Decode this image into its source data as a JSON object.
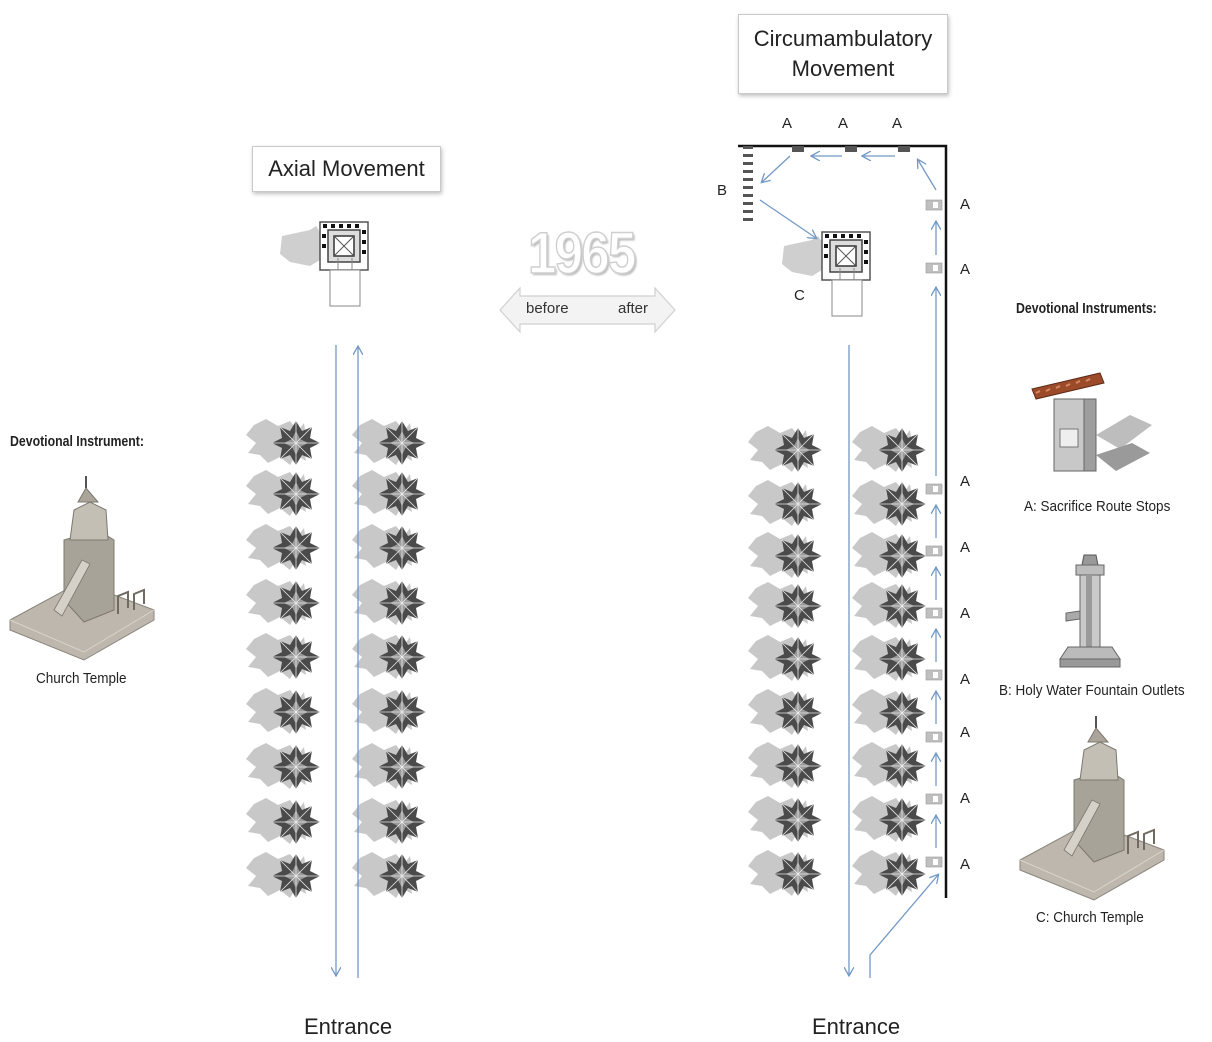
{
  "titles": {
    "axial": "Axial Movement",
    "circ_line1": "Circumambulatory",
    "circ_line2": "Movement"
  },
  "timeline": {
    "year": "1965",
    "before": "before",
    "after": "after"
  },
  "entrances": {
    "left": "Entrance",
    "right": "Entrance"
  },
  "left_panel": {
    "heading": "Devotional Instrument:",
    "caption": "Church Temple"
  },
  "right_panel": {
    "heading": "Devotional Instruments:",
    "items": [
      {
        "caption": "A: Sacrifice Route Stops"
      },
      {
        "caption": "B: Holy Water Fountain Outlets"
      },
      {
        "caption": "C: Church Temple"
      }
    ]
  },
  "markers": {
    "a": "A",
    "b": "B",
    "c": "C"
  },
  "colors": {
    "arrow": "#7399c6",
    "wall": "#111111",
    "tree_shadow": "#c8c8c8",
    "stone": "#b9b4ab"
  },
  "icons": [
    "tree-icon",
    "temple-plan-icon",
    "route-stop-icon",
    "fountain-icon",
    "church-temple-icon",
    "shrine-icon"
  ]
}
